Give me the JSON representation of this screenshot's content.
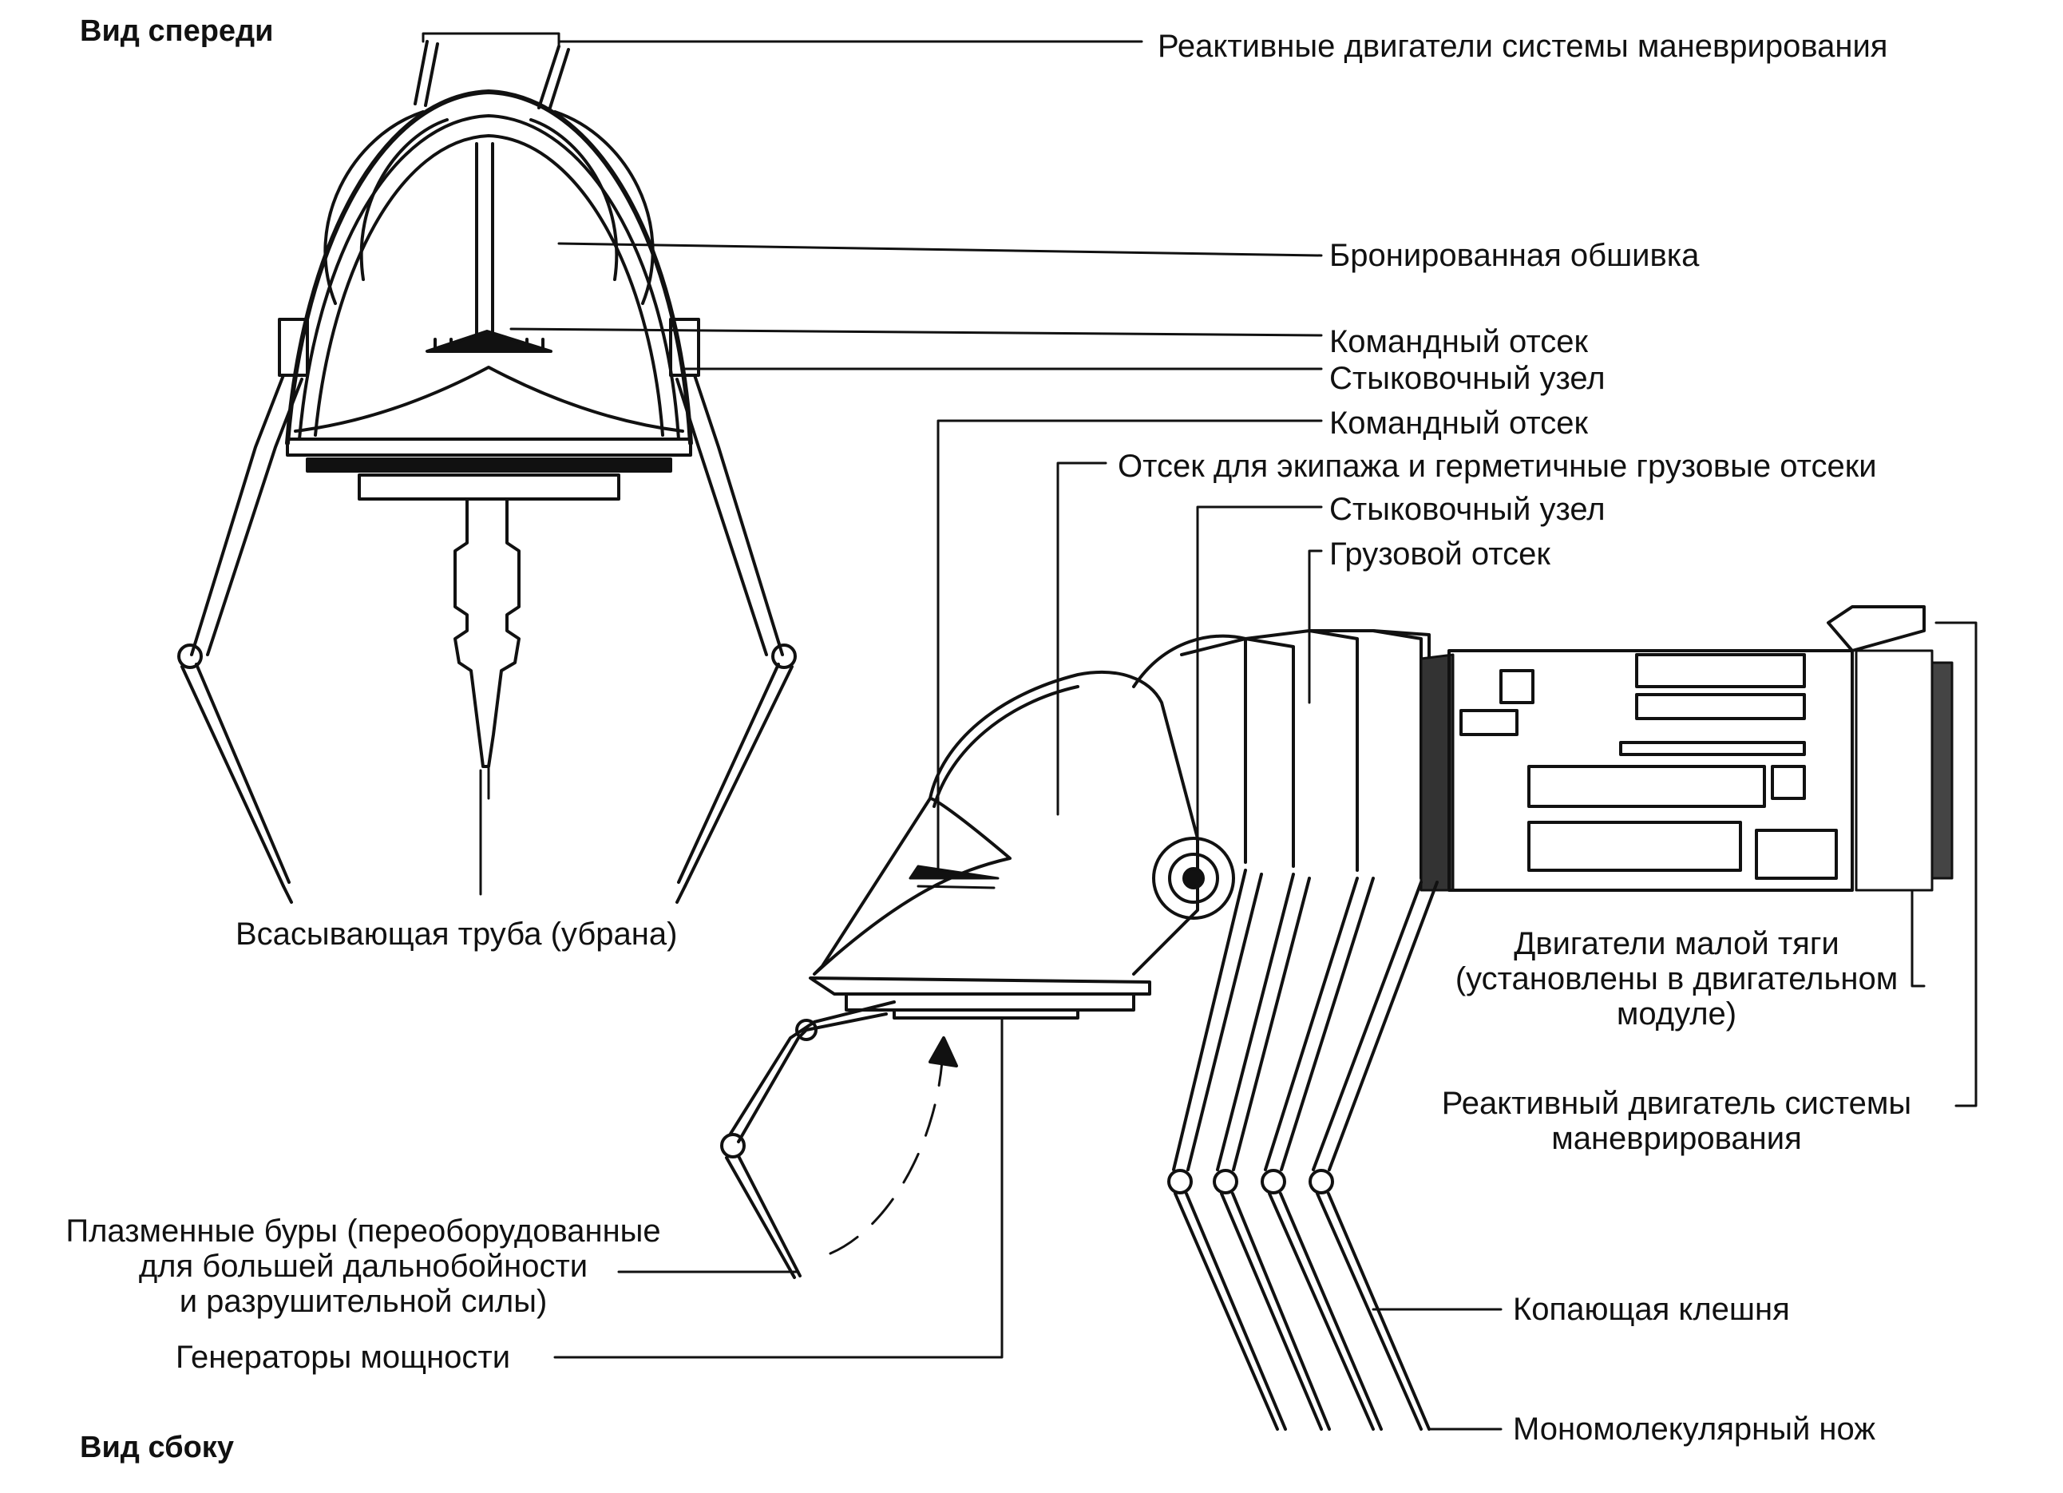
{
  "views": {
    "front": "Вид спереди",
    "side": "Вид сбоку"
  },
  "labels": {
    "jets": "Реактивные двигатели системы маневрирования",
    "armor": "Бронированная обшивка",
    "command_front": "Командный отсек",
    "dock_front": "Стыковочный узел",
    "command_side": "Командный отсек",
    "crew": "Отсек для экипажа и герметичные грузовые отсеки",
    "dock_side": "Стыковочный узел",
    "cargo": "Грузовой отсек",
    "suction": "Всасывающая труба (убрана)",
    "thrusters": [
      "Двигатели малой тяги",
      "(установлены в двигательном",
      "модуле)"
    ],
    "jet_side": [
      "Реактивный двигатель системы",
      "маневрирования"
    ],
    "plasma": [
      "Плазменные буры (переоборудованные",
      "для большей дальнобойности",
      "и разрушительной силы)"
    ],
    "generators": "Генераторы мощности",
    "claw": "Копающая клешня",
    "knife": "Мономолекулярный нож"
  },
  "colors": {
    "ink": "#111111",
    "paper": "#ffffff"
  }
}
